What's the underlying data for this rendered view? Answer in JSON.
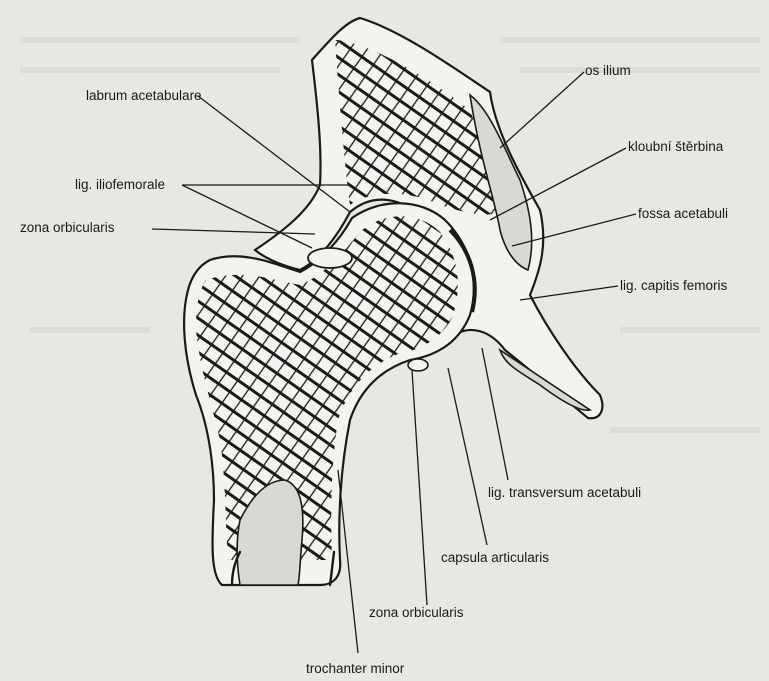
{
  "figure": {
    "labels": {
      "os_ilium": "os ilium",
      "labrum_acetabulare": "labrum acetabulare",
      "kloubni_sterbina": "kloubní štěrbina",
      "lig_iliofemorale": "lig. iliofemorale",
      "zona_orbicularis_left": "zona orbicularis",
      "fossa_acetabuli": "fossa acetabuli",
      "lig_capitis_femoris": "lig. capitis femoris",
      "lig_transversum_acetabuli": "lig. transversum acetabuli",
      "capsula_articularis": "capsula articularis",
      "zona_orbicularis_bottom": "zona orbicularis",
      "trochanter_minor": "trochanter minor"
    }
  }
}
